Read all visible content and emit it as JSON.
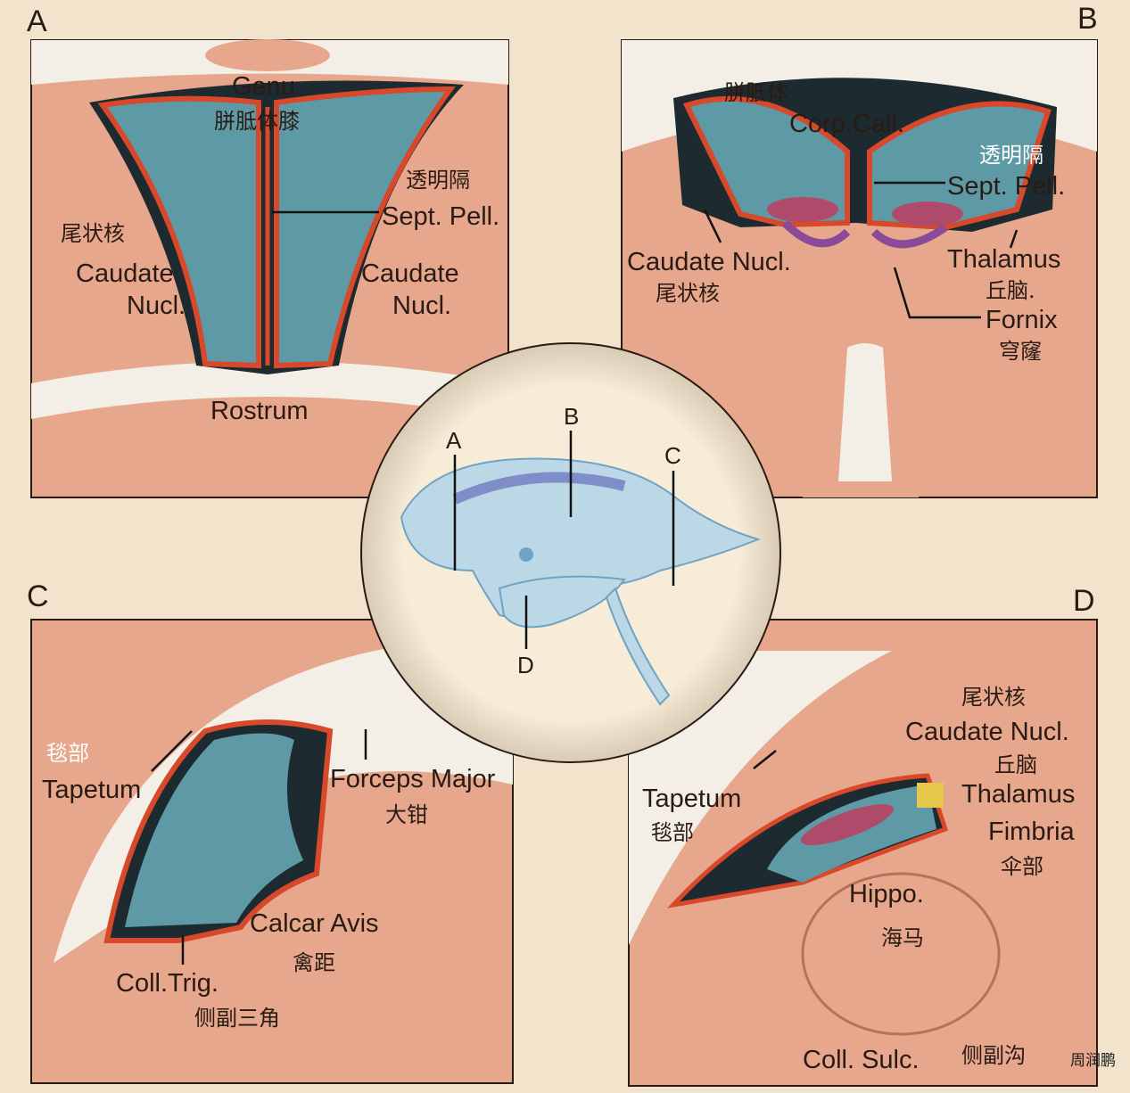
{
  "panels": {
    "A": {
      "letter": "A",
      "genu": "Genu",
      "genu_cn": "胼胝体膝",
      "sept_cn": "透明隔",
      "sept": "Sept. Pell.",
      "caudate_cn": "尾状核",
      "caudate_left_1": "Caudate",
      "caudate_left_2": "Nucl.",
      "caudate_right_1": "Caudate",
      "caudate_right_2": "Nucl.",
      "rostrum": "Rostrum"
    },
    "B": {
      "letter": "B",
      "corp_cn": "胼胝体",
      "corp": "Corp.Call.",
      "sept_cn": "透明隔",
      "sept": "Sept. Pell.",
      "caudate": "Caudate Nucl.",
      "caudate_cn": "尾状核",
      "thalamus": "Thalamus",
      "thalamus_cn": "丘脑.",
      "fornix": "Fornix",
      "fornix_cn": "穹窿"
    },
    "C": {
      "letter": "C",
      "tapetum_cn": "毯部",
      "tapetum": "Tapetum",
      "forceps": "Forceps Major",
      "forceps_cn": "大钳",
      "calcar": "Calcar Avis",
      "calcar_cn": "禽距",
      "coll": "Coll.Trig.",
      "coll_cn": "侧副三角"
    },
    "D": {
      "letter": "D",
      "caudate_cn": "尾状核",
      "caudate": "Caudate Nucl.",
      "thalamus_cn": "丘脑",
      "thalamus": "Thalamus",
      "tapetum": "Tapetum",
      "tapetum_cn": "毯部",
      "fimbria": "Fimbria",
      "fimbria_cn": "伞部",
      "hippo": "Hippo.",
      "hippo_cn": "海马",
      "sulc": "Coll. Sulc.",
      "sulc_cn": "侧副沟"
    }
  },
  "center": {
    "A": "A",
    "B": "B",
    "C": "C",
    "D": "D"
  },
  "watermark": "周润鹏",
  "colors": {
    "background": "#f2e4cc",
    "tissue": "#e6a78c",
    "ventricle": "#5e9aa6",
    "ependyma": "#d8482a",
    "dark": "#1d2a30",
    "white_matter": "#f4efe6"
  }
}
